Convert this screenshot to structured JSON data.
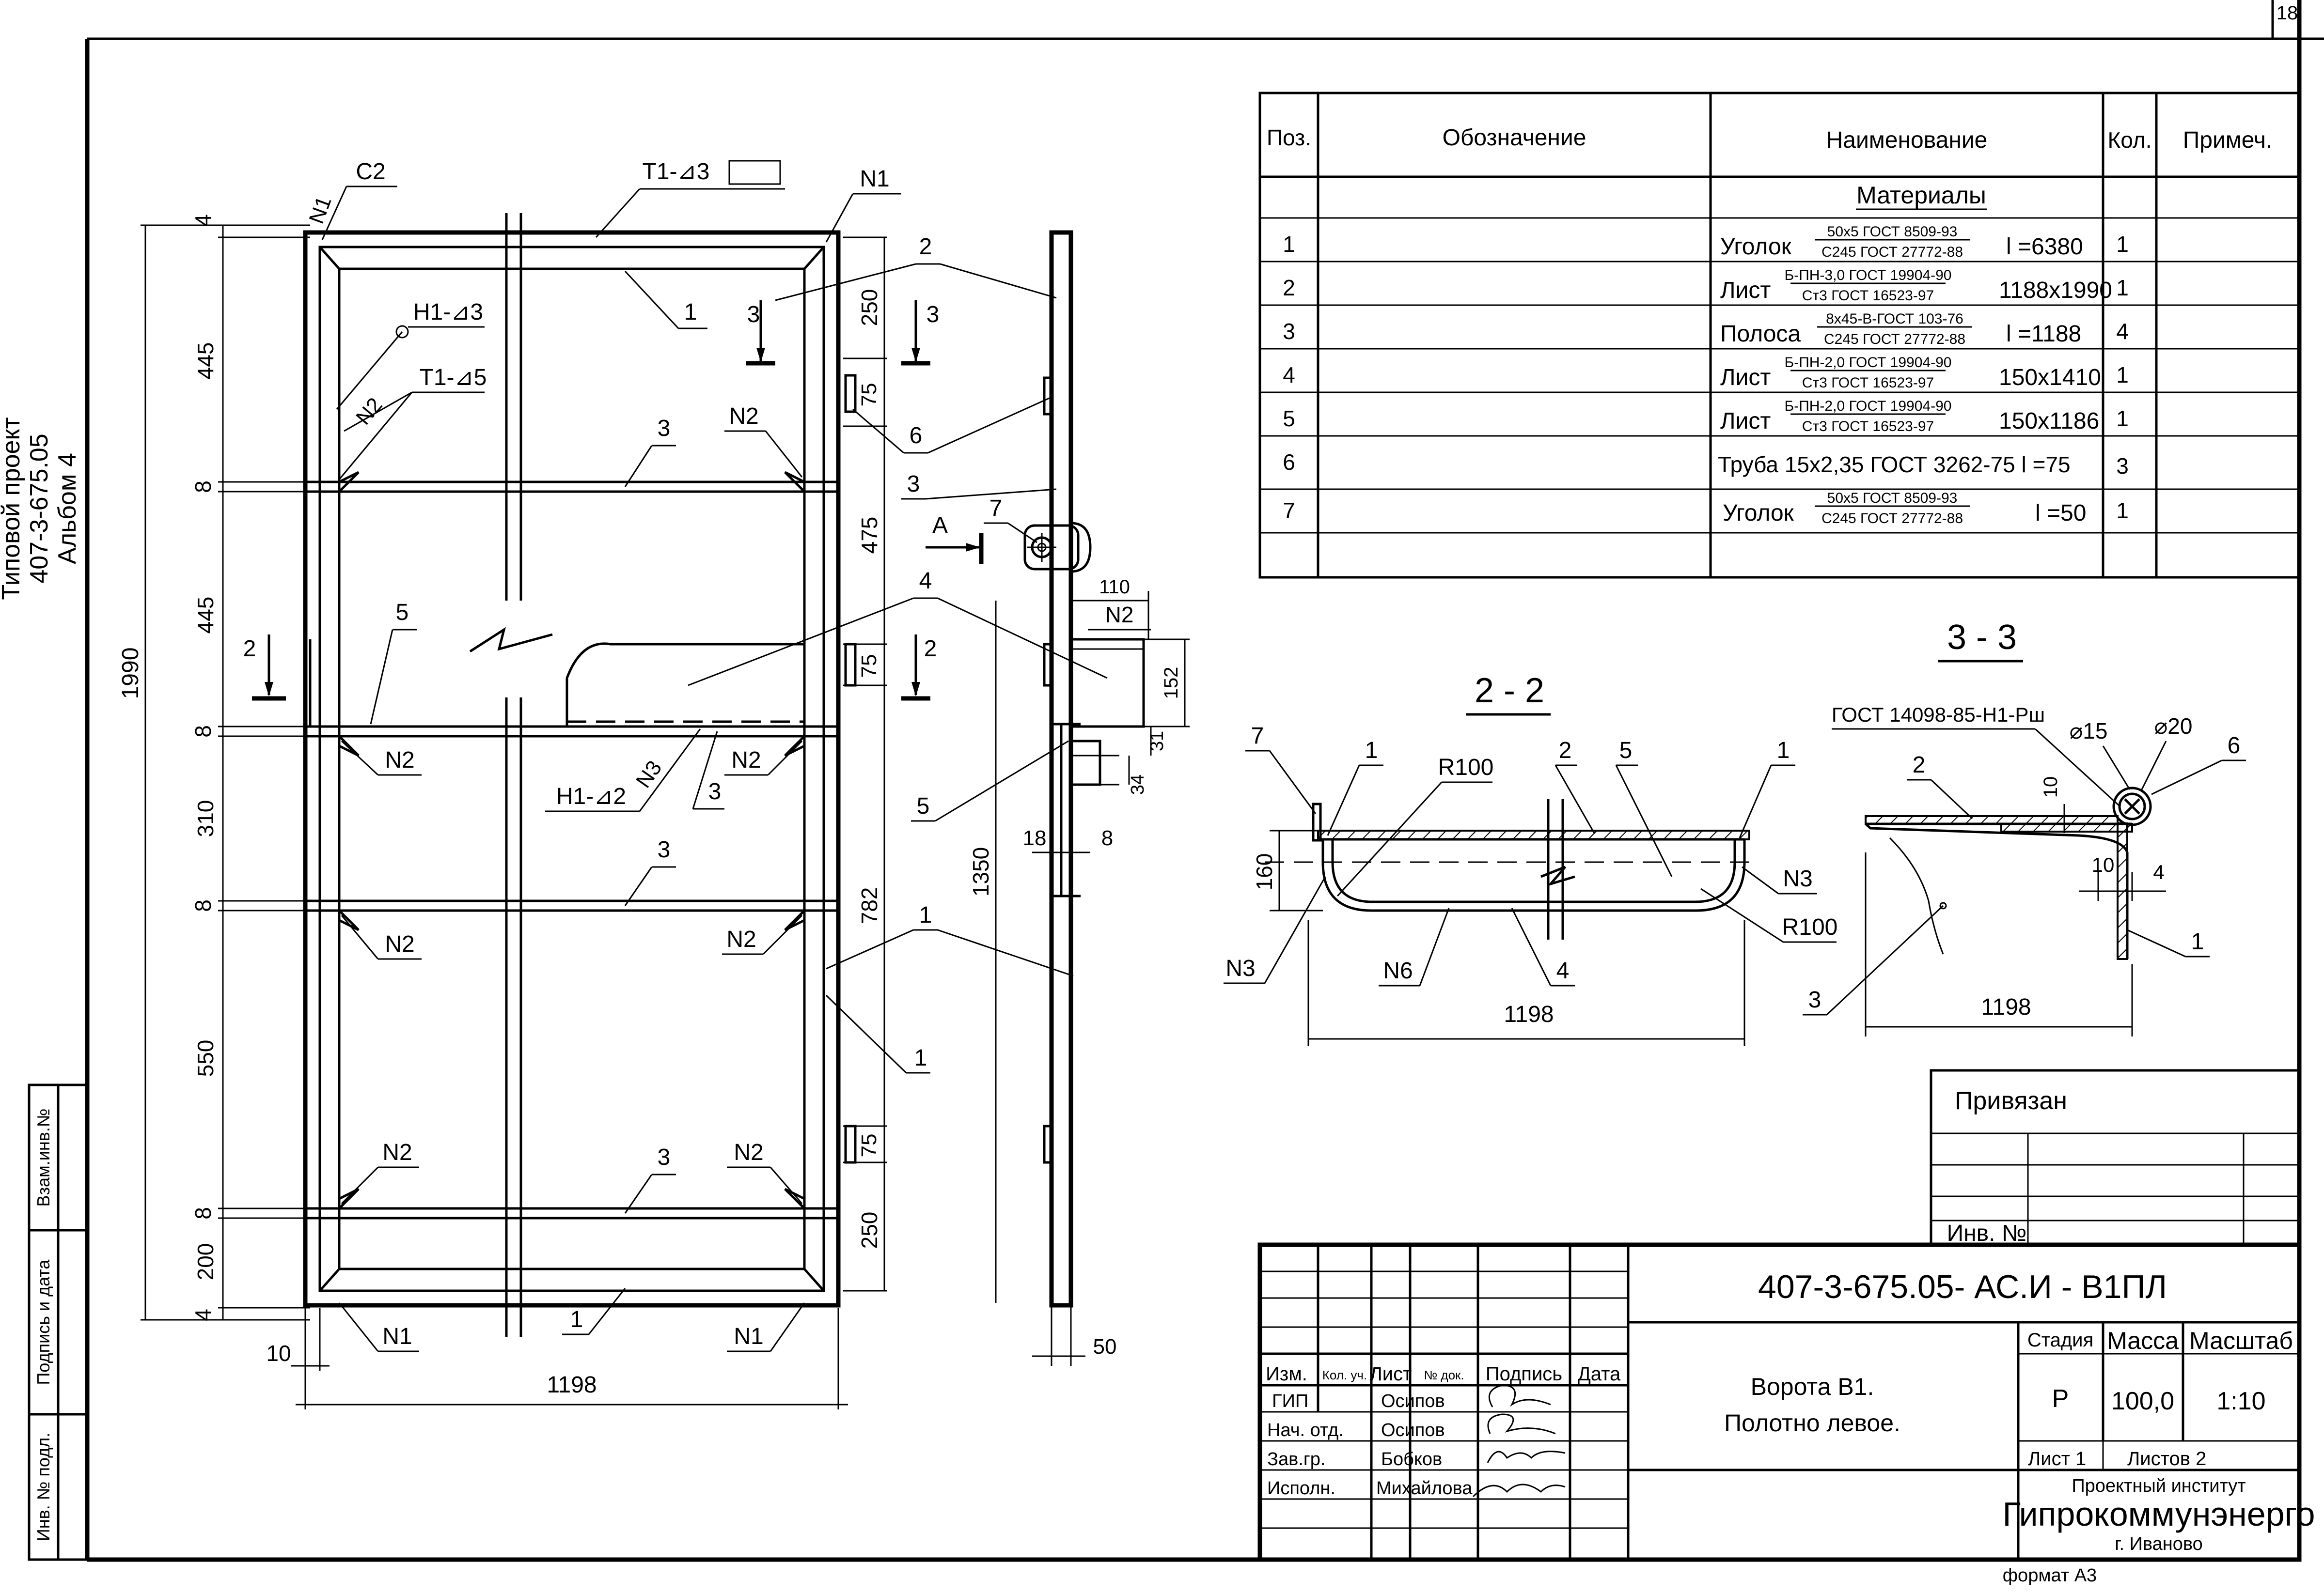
{
  "sheet_number": "18",
  "project": {
    "line1": "Типовой проект",
    "line2": "407-3-675.05",
    "line3": "Альбом 4"
  },
  "side_stamp": {
    "vzam": "Взам.инв.№",
    "podpis": "Подпись и дата",
    "inv": "Инв. № подл."
  },
  "bom": {
    "headers": [
      "Поз.",
      "Обозначение",
      "Наименование",
      "Кол.",
      "Примеч."
    ],
    "section": "Материалы",
    "rows": [
      {
        "pos": "1",
        "name": "Уголок",
        "top": "50x5 ГОСТ 8509-93",
        "bottom": "С245 ГОСТ 27772-88",
        "size": "l =6380",
        "qty": "1"
      },
      {
        "pos": "2",
        "name": "Лист",
        "top": "Б-ПН-3,0 ГОСТ 19904-90",
        "bottom": "Ст3 ГОСТ 16523-97",
        "size": "1188x1990",
        "qty": "1"
      },
      {
        "pos": "3",
        "name": "Полоса",
        "top": "8x45-В-ГОСТ 103-76",
        "bottom": "С245 ГОСТ 27772-88",
        "size": "l =1188",
        "qty": "4"
      },
      {
        "pos": "4",
        "name": "Лист",
        "top": "Б-ПН-2,0 ГОСТ 19904-90",
        "bottom": "Ст3 ГОСТ 16523-97",
        "size": "150x1410",
        "qty": "1"
      },
      {
        "pos": "5",
        "name": "Лист",
        "top": "Б-ПН-2,0 ГОСТ 19904-90",
        "bottom": "Ст3 ГОСТ 16523-97",
        "size": "150x1186",
        "qty": "1"
      },
      {
        "pos": "6",
        "name": "Труба 15x2,35  ГОСТ 3262-75  l =75",
        "top": "",
        "bottom": "",
        "size": "",
        "qty": "3"
      },
      {
        "pos": "7",
        "name": "Уголок",
        "top": "50x5 ГОСТ 8509-93",
        "bottom": "С245 ГОСТ 27772-88",
        "size": "l =50",
        "qty": "1"
      }
    ]
  },
  "main_view": {
    "dims_left": [
      "4",
      "445",
      "8",
      "445",
      "8",
      "310",
      "8",
      "550",
      "8",
      "200",
      "4"
    ],
    "total_height": "1990",
    "dims_right": [
      "250",
      "75",
      "475",
      "75",
      "782",
      "75",
      "250"
    ],
    "side_height": "1350",
    "width": "1198",
    "bottom_gap": "10",
    "labels": {
      "c2": "С2",
      "t1d3": "Т1-⊿3",
      "n1": "N1",
      "n2": "N2",
      "n3": "N3",
      "h1d3": "Н1-⊿3",
      "t1d5": "Т1-⊿5",
      "h1d2": "Н1-⊿2",
      "sec2": "2",
      "sec3": "3",
      "a": "А",
      "p1": "1",
      "p2": "2",
      "p3": "3",
      "p4": "4",
      "p5": "5",
      "p6": "6",
      "p7": "7"
    }
  },
  "side_view": {
    "d110": "110",
    "d152": "152",
    "d31": "31",
    "d34": "34",
    "d18": "18",
    "d8": "8",
    "d50": "50",
    "n2": "N2"
  },
  "section22": {
    "title": "2 - 2",
    "r100a": "R100",
    "r100b": "R100",
    "n3a": "N3",
    "n3b": "N3",
    "n6": "N6",
    "d160": "160",
    "width": "1198",
    "p1": "1",
    "p2": "2",
    "p4": "4",
    "p5": "5",
    "p7": "7"
  },
  "section33": {
    "title": "3 - 3",
    "gost": "ГОСТ 14098-85-Н1-Рш",
    "d15": "⌀15",
    "d20": "⌀20",
    "d10a": "10",
    "d10b": "10",
    "d4": "4",
    "width": "1198",
    "p1": "1",
    "p2": "2",
    "p3": "3",
    "p6": "6"
  },
  "privyazan": {
    "title": "Привязан",
    "inv": "Инв. №"
  },
  "title_block": {
    "code": "407-3-675.05- АС.И - В1ПЛ",
    "desc_line1": "Ворота В1.",
    "desc_line2": "Полотно левое.",
    "col_headers": [
      "Изм.",
      "Кол. уч.",
      "Лист",
      "№ док.",
      "Подпись",
      "Дата"
    ],
    "people": [
      {
        "role": "ГИП",
        "name": "Осипов"
      },
      {
        "role": "Нач. отд.",
        "name": "Осипов"
      },
      {
        "role": "Зав.гр.",
        "name": "Бобков"
      },
      {
        "role": "Исполн.",
        "name": "Михайлова"
      }
    ],
    "stage_h": "Стадия",
    "mass_h": "Масса",
    "scale_h": "Масштаб",
    "stage": "Р",
    "mass": "100,0",
    "scale": "1:10",
    "sheet": "Лист 1",
    "sheets": "Листов 2",
    "org1": "Проектный институт",
    "org2": "Гипрокоммунэнерго",
    "org3": "г. Иваново"
  },
  "format": "формат А3"
}
